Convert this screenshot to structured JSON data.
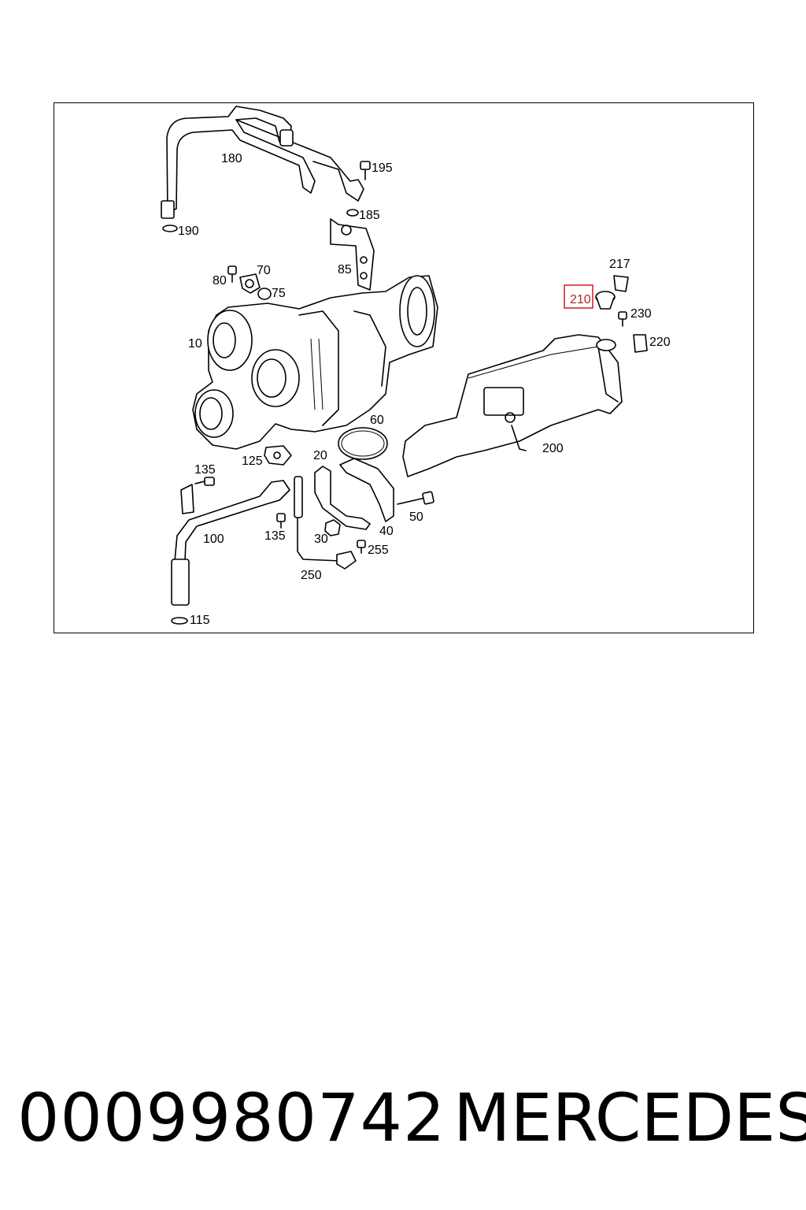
{
  "diagram": {
    "callouts": [
      {
        "id": "180",
        "label": "180"
      },
      {
        "id": "195",
        "label": "195"
      },
      {
        "id": "185",
        "label": "185"
      },
      {
        "id": "190",
        "label": "190"
      },
      {
        "id": "85",
        "label": "85"
      },
      {
        "id": "217",
        "label": "217"
      },
      {
        "id": "210",
        "label": "210",
        "highlighted": true
      },
      {
        "id": "230",
        "label": "230"
      },
      {
        "id": "220",
        "label": "220"
      },
      {
        "id": "80",
        "label": "80"
      },
      {
        "id": "70",
        "label": "70"
      },
      {
        "id": "75",
        "label": "75"
      },
      {
        "id": "10",
        "label": "10"
      },
      {
        "id": "60",
        "label": "60"
      },
      {
        "id": "200",
        "label": "200"
      },
      {
        "id": "135a",
        "label": "135"
      },
      {
        "id": "125",
        "label": "125"
      },
      {
        "id": "20",
        "label": "20"
      },
      {
        "id": "50",
        "label": "50"
      },
      {
        "id": "40",
        "label": "40"
      },
      {
        "id": "100",
        "label": "100"
      },
      {
        "id": "135b",
        "label": "135"
      },
      {
        "id": "30",
        "label": "30"
      },
      {
        "id": "255",
        "label": "255"
      },
      {
        "id": "250",
        "label": "250"
      },
      {
        "id": "115",
        "label": "115"
      }
    ],
    "highlight_color": "#d9262b"
  },
  "footer": {
    "part_number": "0009980742",
    "brand": "MERCEDES"
  }
}
